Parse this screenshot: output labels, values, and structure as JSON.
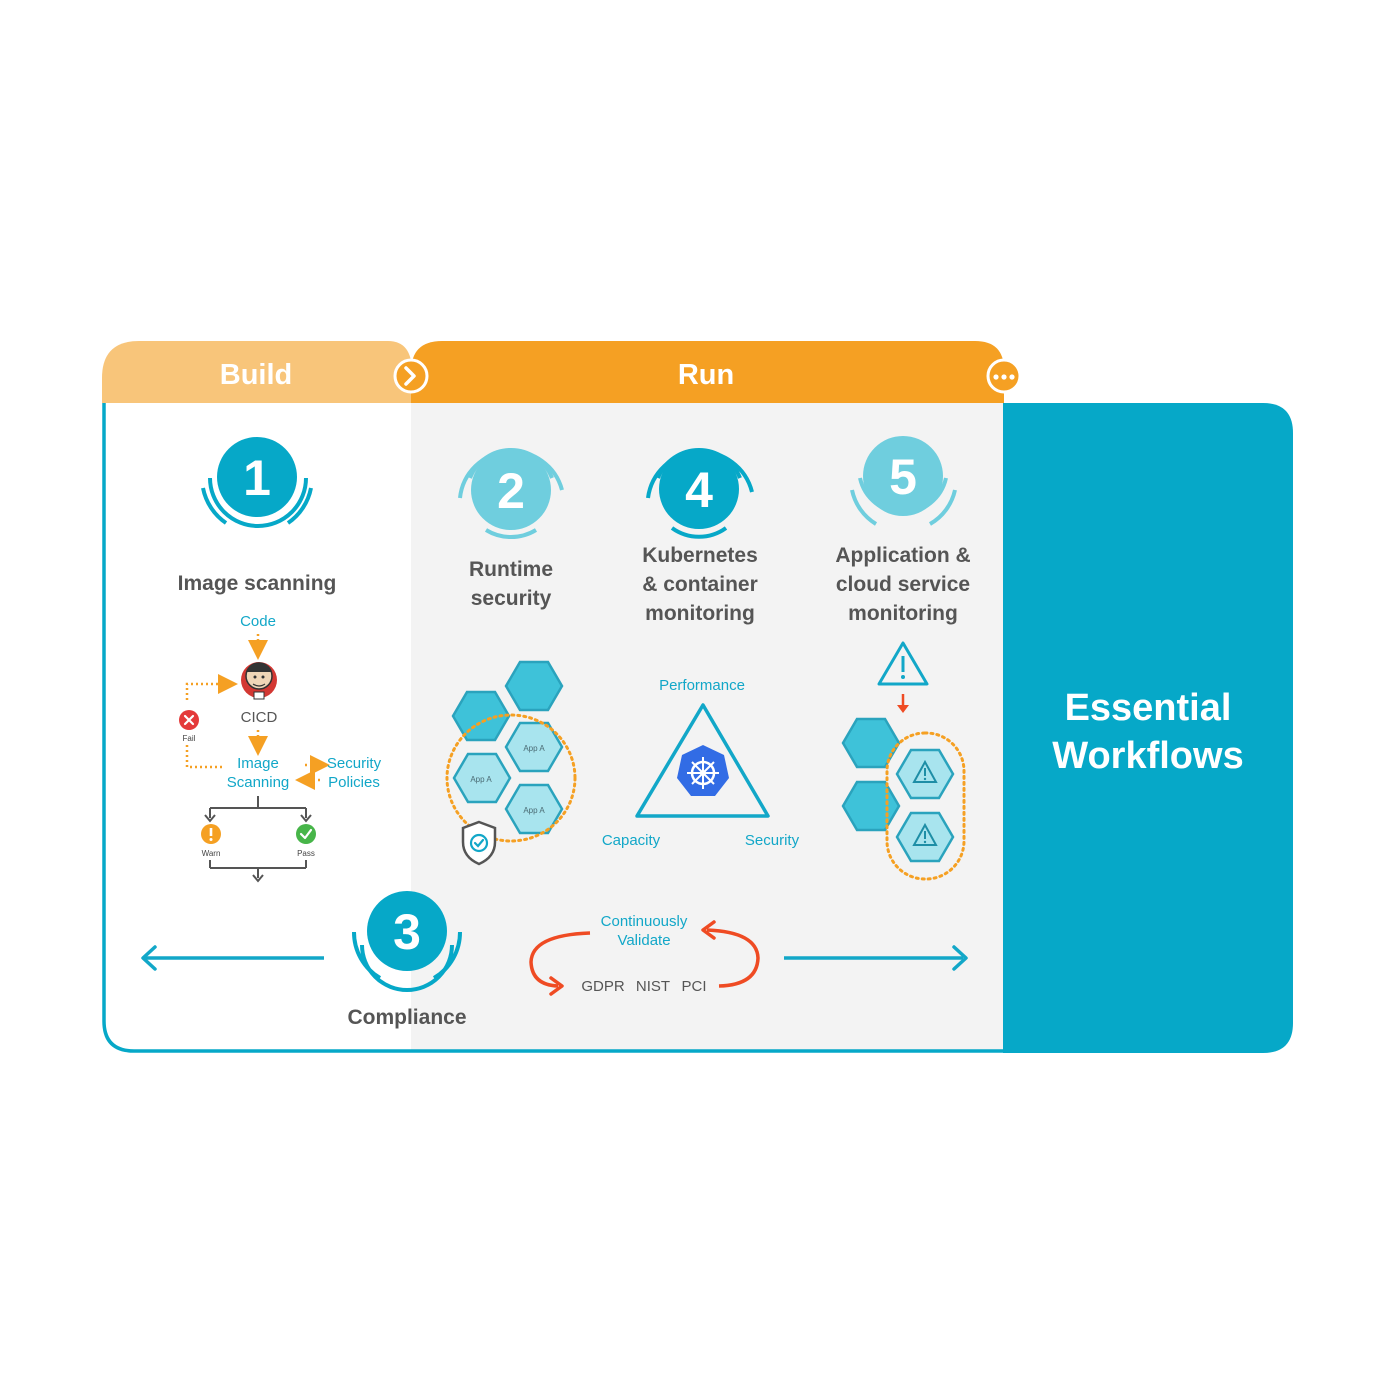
{
  "phases": {
    "build": "Build",
    "run": "Run"
  },
  "panel": {
    "line1": "Essential",
    "line2": "Workflows"
  },
  "steps": {
    "image_scanning": {
      "number": "1",
      "title": [
        "Image scanning"
      ]
    },
    "runtime": {
      "number": "2",
      "title": [
        "Runtime",
        "security"
      ]
    },
    "compliance": {
      "number": "3",
      "title": [
        "Compliance"
      ]
    },
    "kubernetes": {
      "number": "4",
      "title": [
        "Kubernetes",
        "& container",
        "monitoring"
      ]
    },
    "application": {
      "number": "5",
      "title": [
        "Application &",
        "cloud service",
        "monitoring"
      ]
    }
  },
  "pipeline": {
    "code": "Code",
    "cicd": "CICD",
    "fail": "Fail",
    "image_scanning": [
      "Image",
      "Scanning"
    ],
    "security_policies": [
      "Security",
      "Policies"
    ],
    "warn": "Warn",
    "pass": "Pass"
  },
  "runtime_hex_labels": [
    "App A",
    "App A",
    "App A"
  ],
  "k8s_triangle": {
    "top": "Performance",
    "left": "Capacity",
    "right": "Security"
  },
  "compliance_loop": {
    "label": [
      "Continuously",
      "Validate"
    ],
    "standards": [
      "GDPR",
      "NIST",
      "PCI"
    ]
  },
  "icons": [
    "chevron-right-icon",
    "more-dots-icon",
    "jenkins-icon",
    "fail-icon",
    "warn-icon",
    "pass-icon",
    "shield-check-icon",
    "kubernetes-icon",
    "warning-icon",
    "arrow-left-icon",
    "arrow-right-icon",
    "cycle-arrows-icon"
  ],
  "colors": {
    "teal": "#06a8c8",
    "teal_light": "#6fcede",
    "orange": "#f5a023",
    "orange_light": "#f8c57a",
    "red": "#ef4b23",
    "gray_panel": "#f3f3f3",
    "text": "#555555"
  }
}
